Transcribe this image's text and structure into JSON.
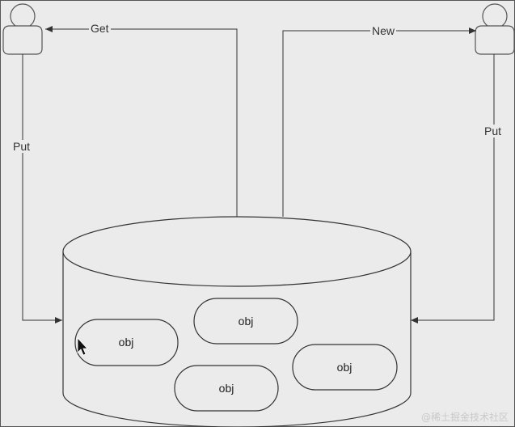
{
  "diagram": {
    "edges": {
      "get_label": "Get",
      "new_label": "New",
      "put_left_label": "Put",
      "put_right_label": "Put"
    },
    "objects": [
      {
        "label": "obj"
      },
      {
        "label": "obj"
      },
      {
        "label": "obj"
      },
      {
        "label": "obj"
      }
    ],
    "colors": {
      "background": "#ebebeb",
      "stroke": "#333333",
      "fill": "#ebebeb"
    }
  },
  "watermark": "@稀土掘金技术社区"
}
